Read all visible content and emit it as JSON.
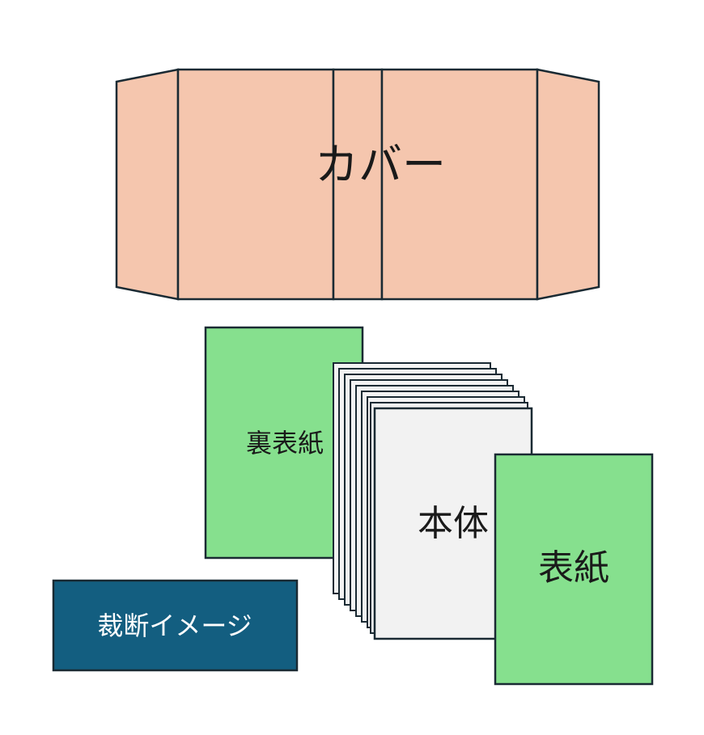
{
  "cover": {
    "label": "カバー"
  },
  "back_cover": {
    "label": "裏表紙"
  },
  "body_block": {
    "label": "本体"
  },
  "front_cover": {
    "label": "表紙"
  },
  "trim_image": {
    "label": "裁断イメージ"
  },
  "colors": {
    "cover_fill": "#F5C6AE",
    "cover_green": "#86E08E",
    "page_fill": "#F2F2F2",
    "trim_fill": "#135E80",
    "outline": "#1A2A33"
  }
}
